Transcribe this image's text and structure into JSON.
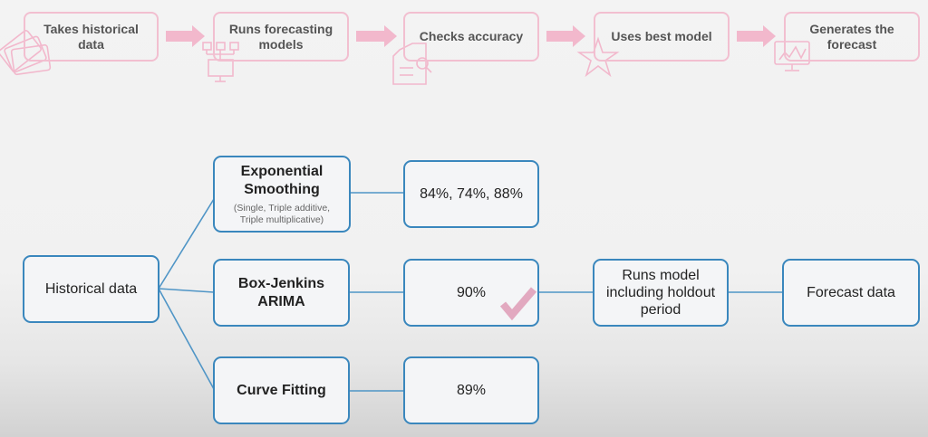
{
  "process_steps": [
    {
      "label": "Takes historical\ndata",
      "icon": "cards-icon"
    },
    {
      "label": "Runs forecasting\nmodels",
      "icon": "network-monitor-icon"
    },
    {
      "label": "Checks accuracy",
      "icon": "document-search-icon"
    },
    {
      "label": "Uses best model",
      "icon": "star-icon"
    },
    {
      "label": "Generates the\nforecast",
      "icon": "monitor-chart-icon"
    }
  ],
  "diagram": {
    "source": {
      "label": "Historical data"
    },
    "models": [
      {
        "name": "Exponential\nSmoothing",
        "detail": "(Single, Triple additive,\nTriple multiplicative)",
        "accuracy": "84%, 74%, 88%",
        "selected": false
      },
      {
        "name": "Box-Jenkins\nARIMA",
        "detail": "",
        "accuracy": "90%",
        "selected": true
      },
      {
        "name": "Curve Fitting",
        "detail": "",
        "accuracy": "89%",
        "selected": false
      }
    ],
    "run_step": {
      "label": "Runs model\nincluding holdout\nperiod"
    },
    "output": {
      "label": "Forecast data"
    }
  },
  "colors": {
    "step_border": "#f2bfd0",
    "step_arrow": "#f2b8cc",
    "box_border": "#3a87bd",
    "connector": "#4f95c6",
    "checkmark": "#e2a9c0"
  }
}
